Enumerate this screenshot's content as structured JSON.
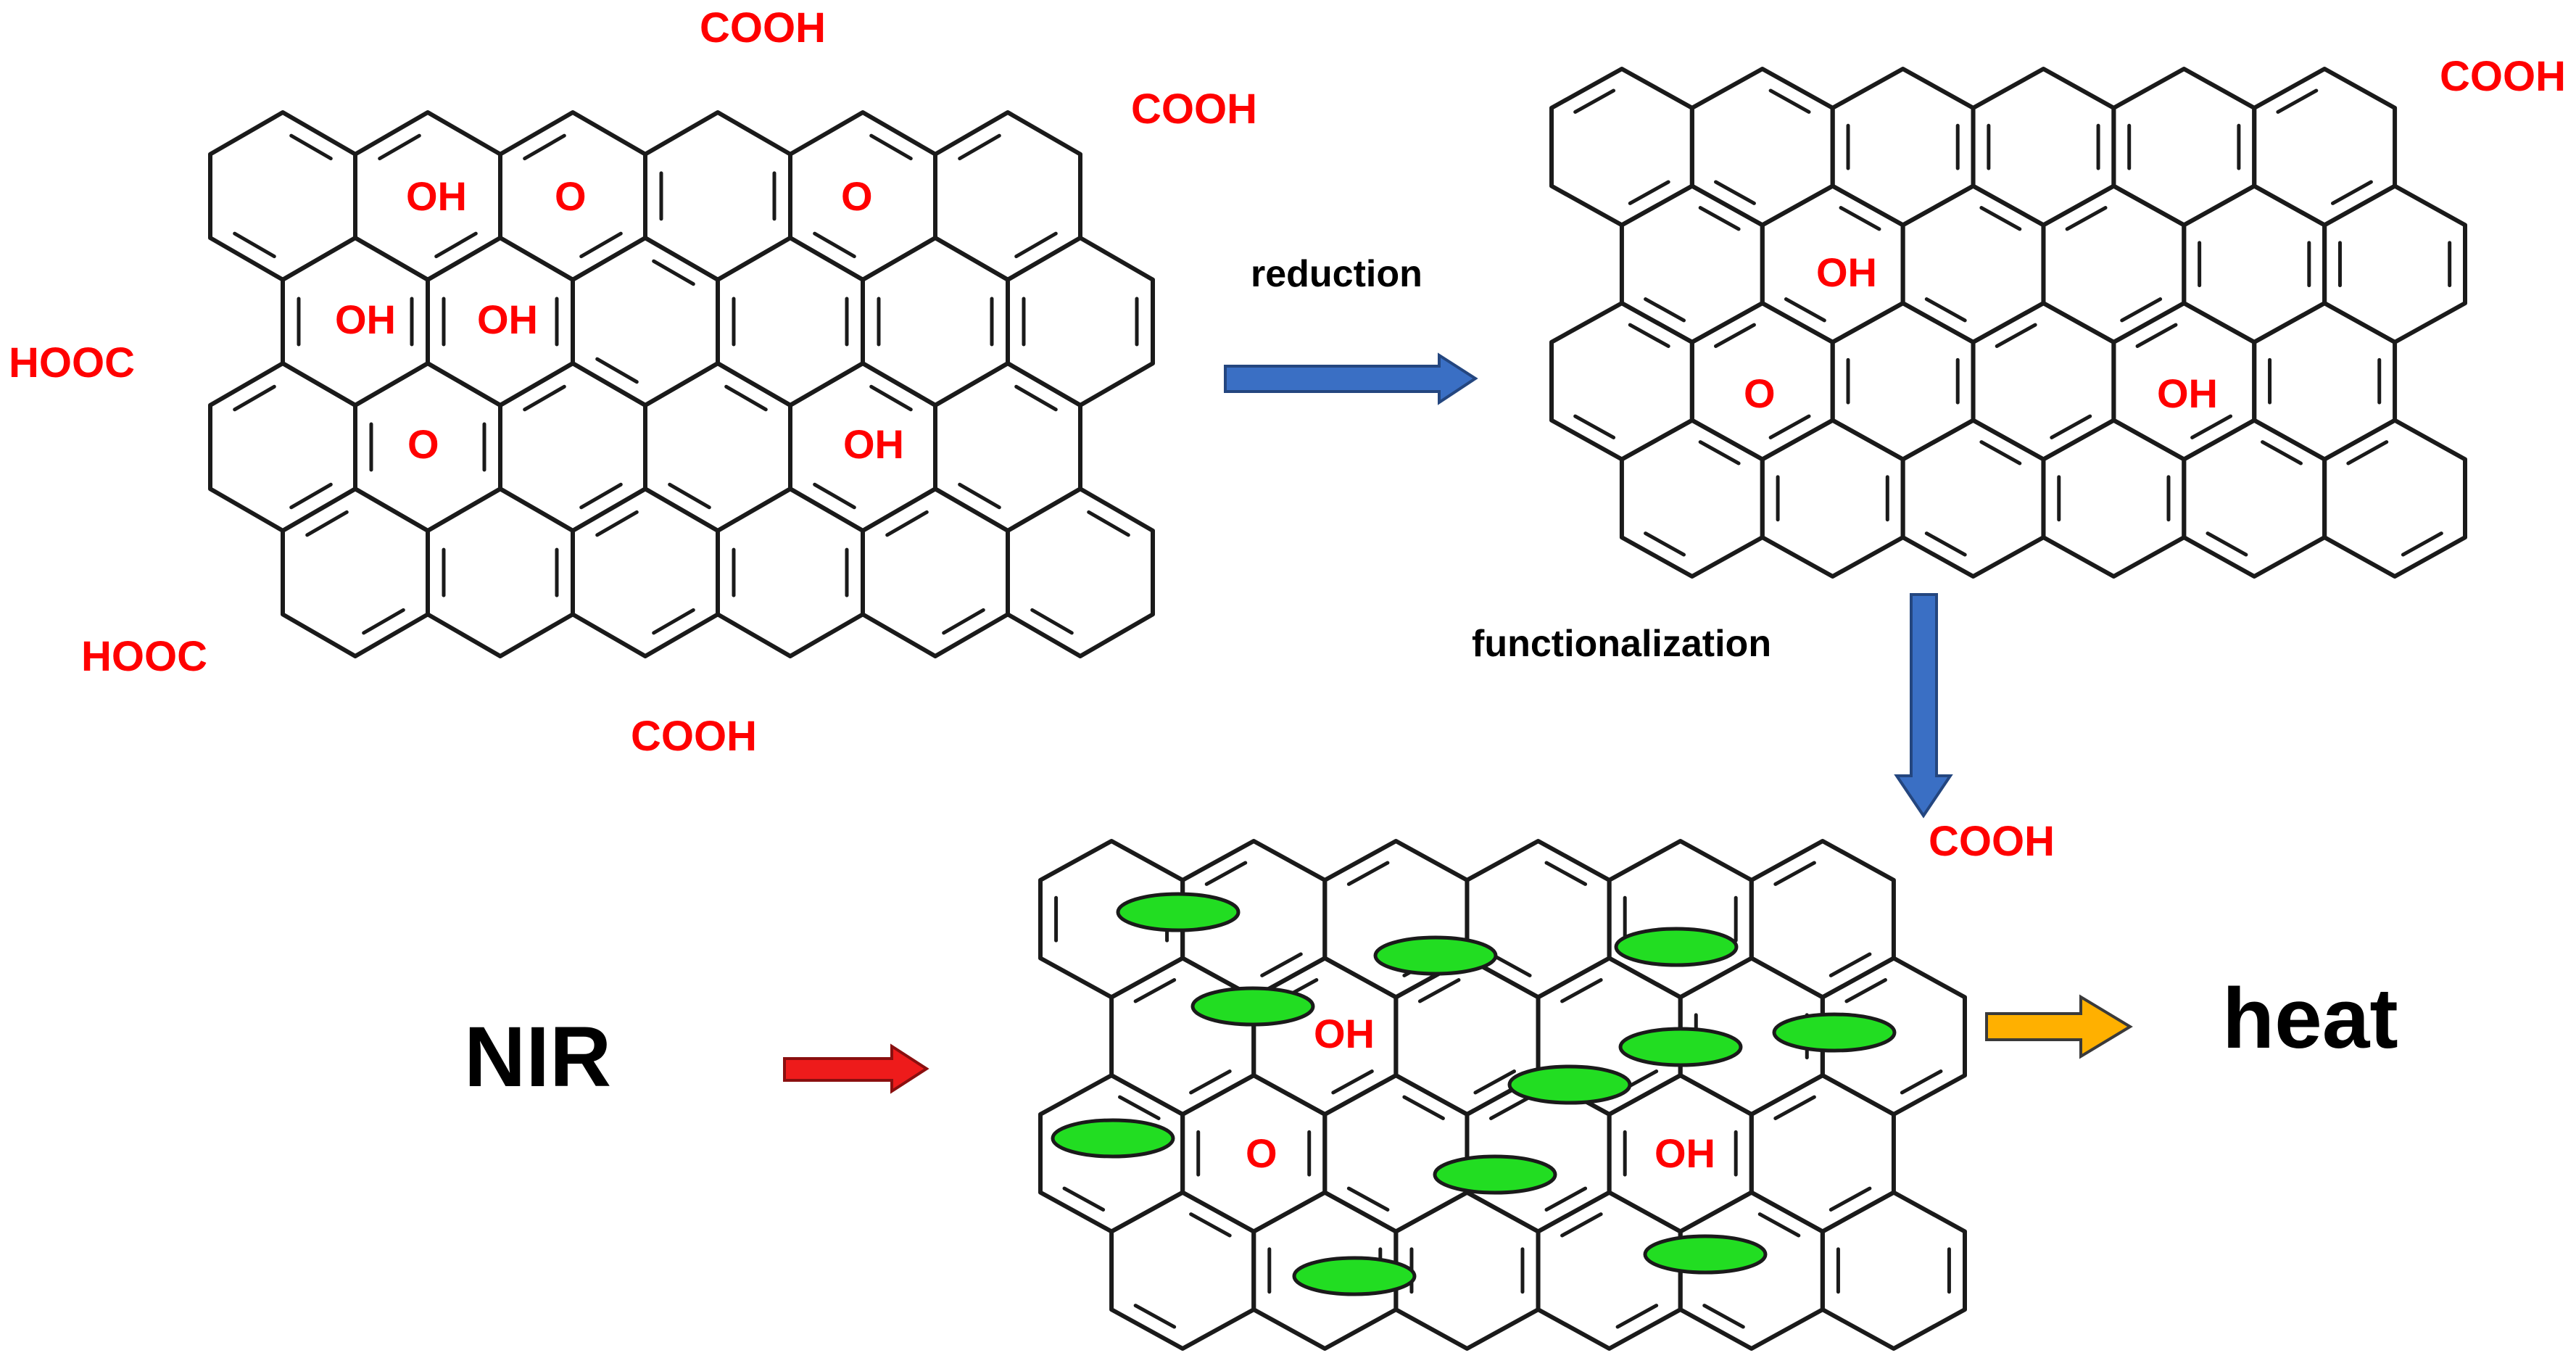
{
  "colors": {
    "label_red": "#ff0000",
    "arrow_blue": "#3a6fc4",
    "arrow_red": "#ee1b1b",
    "arrow_orange": "#ffb000",
    "particle_green": "#22dd22"
  },
  "sheets": {
    "graphene_oxide": {
      "groups": [
        "COOH",
        "COOH",
        "OH",
        "O",
        "O",
        "OH",
        "OH",
        "HOOC",
        "O",
        "OH",
        "HOOC",
        "COOH"
      ]
    },
    "reduced_graphene_oxide": {
      "groups": [
        "COOH",
        "OH",
        "O",
        "OH"
      ]
    },
    "functionalized_rgo": {
      "groups": [
        "COOH",
        "OH",
        "O",
        "OH"
      ]
    }
  },
  "steps": {
    "reduction": "reduction",
    "functionalization": "functionalization",
    "nir": "NIR",
    "heat": "heat"
  }
}
